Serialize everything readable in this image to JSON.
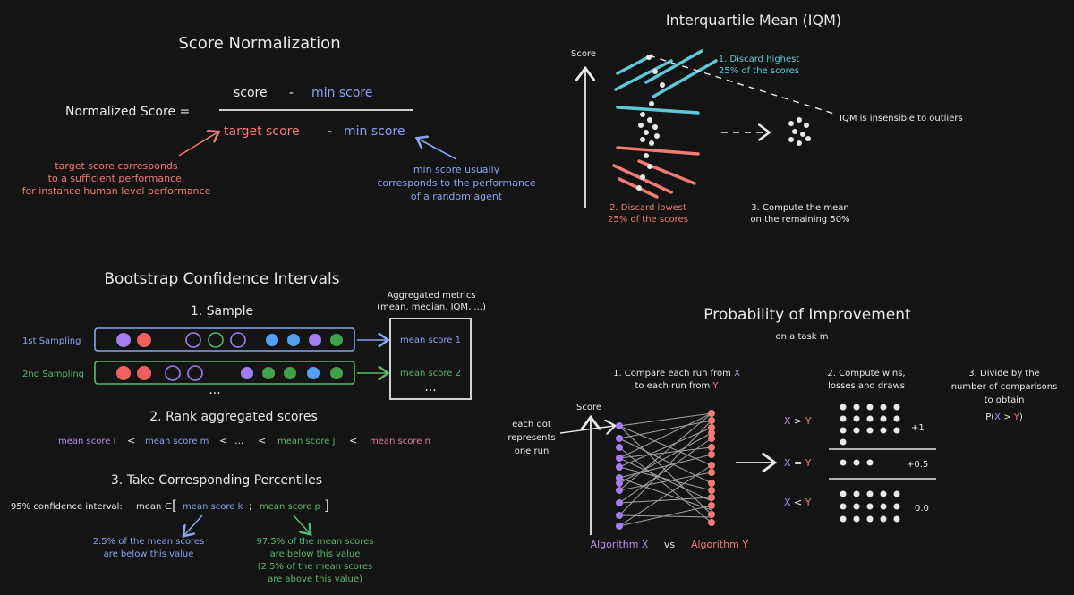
{
  "colors": {
    "background": "#141414",
    "text": "#e8e8e8",
    "red": "#f07b73",
    "blue": "#8aa3f2",
    "green": "#58b86c",
    "purple": "#b58cf0",
    "cyan": "#5ec9d6",
    "pink": "#f07a9a"
  },
  "score_normalization": {
    "title": "Score Normalization",
    "lhs": "Normalized Score =",
    "numerator_score": "score",
    "numerator_minus": "-",
    "numerator_min": "min score",
    "denominator_target": "target score",
    "denominator_minus": "-",
    "denominator_min": "min score",
    "note_target": [
      "target score corresponds",
      "to a sufficient performance,",
      "for instance human level performance"
    ],
    "note_min": [
      "min score usually",
      "corresponds to the performance",
      "of a random agent"
    ]
  },
  "iqm": {
    "title": "Interquartile Mean (IQM)",
    "axis_label": "Score",
    "step1": [
      "1. Discard highest",
      "25% of the scores"
    ],
    "step2": [
      "2. Discard lowest",
      "25% of the scores"
    ],
    "step3": [
      "3. Compute the mean",
      "on the remaining 50%"
    ],
    "outliers_note": "IQM is insensible to outliers"
  },
  "bootstrap": {
    "title": "Bootstrap Confidence Intervals",
    "step1": "1. Sample",
    "aggregated_title": [
      "Aggregated metrics",
      "(mean, median, IQM, ...)"
    ],
    "sampling1": "1st Sampling",
    "sampling2": "2nd Sampling",
    "mean_score_1": "mean score 1",
    "mean_score_2": "mean score 2",
    "dots": "...",
    "box_dots": "...",
    "step2": "2. Rank aggregated scores",
    "rank": {
      "i": "mean score i",
      "lt1": "<",
      "m": "mean score m",
      "lt2": "<",
      "ell": "...",
      "lt3": "<",
      "j": "mean score j",
      "lt4": "<",
      "n": "mean score n"
    },
    "step3": "3. Take Corresponding Percentiles",
    "ci_label": "95% confidence interval:",
    "ci_mean": "mean ∈",
    "ci_open": "[",
    "ci_k": "mean score k",
    "ci_sep": ";",
    "ci_p": "mean score p",
    "ci_close": "]",
    "note_low": [
      "2.5% of the mean scores",
      "are below this value"
    ],
    "note_high": [
      "97.5% of the mean scores",
      "are below this value",
      "(2.5% of the mean scores",
      "are above this value)"
    ]
  },
  "prob_improvement": {
    "title": "Probability of Improvement",
    "subtitle": "on a task m",
    "step1_a": "1. Compare each run from",
    "step1_x": "X",
    "step1_b": "to each run from",
    "step1_y": "Y",
    "axis_label": "Score",
    "dot_note": [
      "each dot",
      "represents",
      "one run"
    ],
    "algo_x": "Algorithm X",
    "vs": "vs",
    "algo_y": "Algorithm Y",
    "step2": [
      "2. Compute wins,",
      "losses and draws"
    ],
    "gt_x": "X",
    "gt_op": ">",
    "gt_y": "Y",
    "eq_x": "X",
    "eq_op": "=",
    "eq_y": "Y",
    "lt_x": "X",
    "lt_op": "<",
    "lt_y": "Y",
    "wins_value": "+1",
    "draws_value": "+0.5",
    "losses_value": "0.0",
    "step3": [
      "3. Divide by the",
      "number of comparisons",
      "to obtain"
    ],
    "result_p": "P(",
    "result_x": "X",
    "result_op": ">",
    "result_y": "Y",
    "result_close": ")"
  }
}
